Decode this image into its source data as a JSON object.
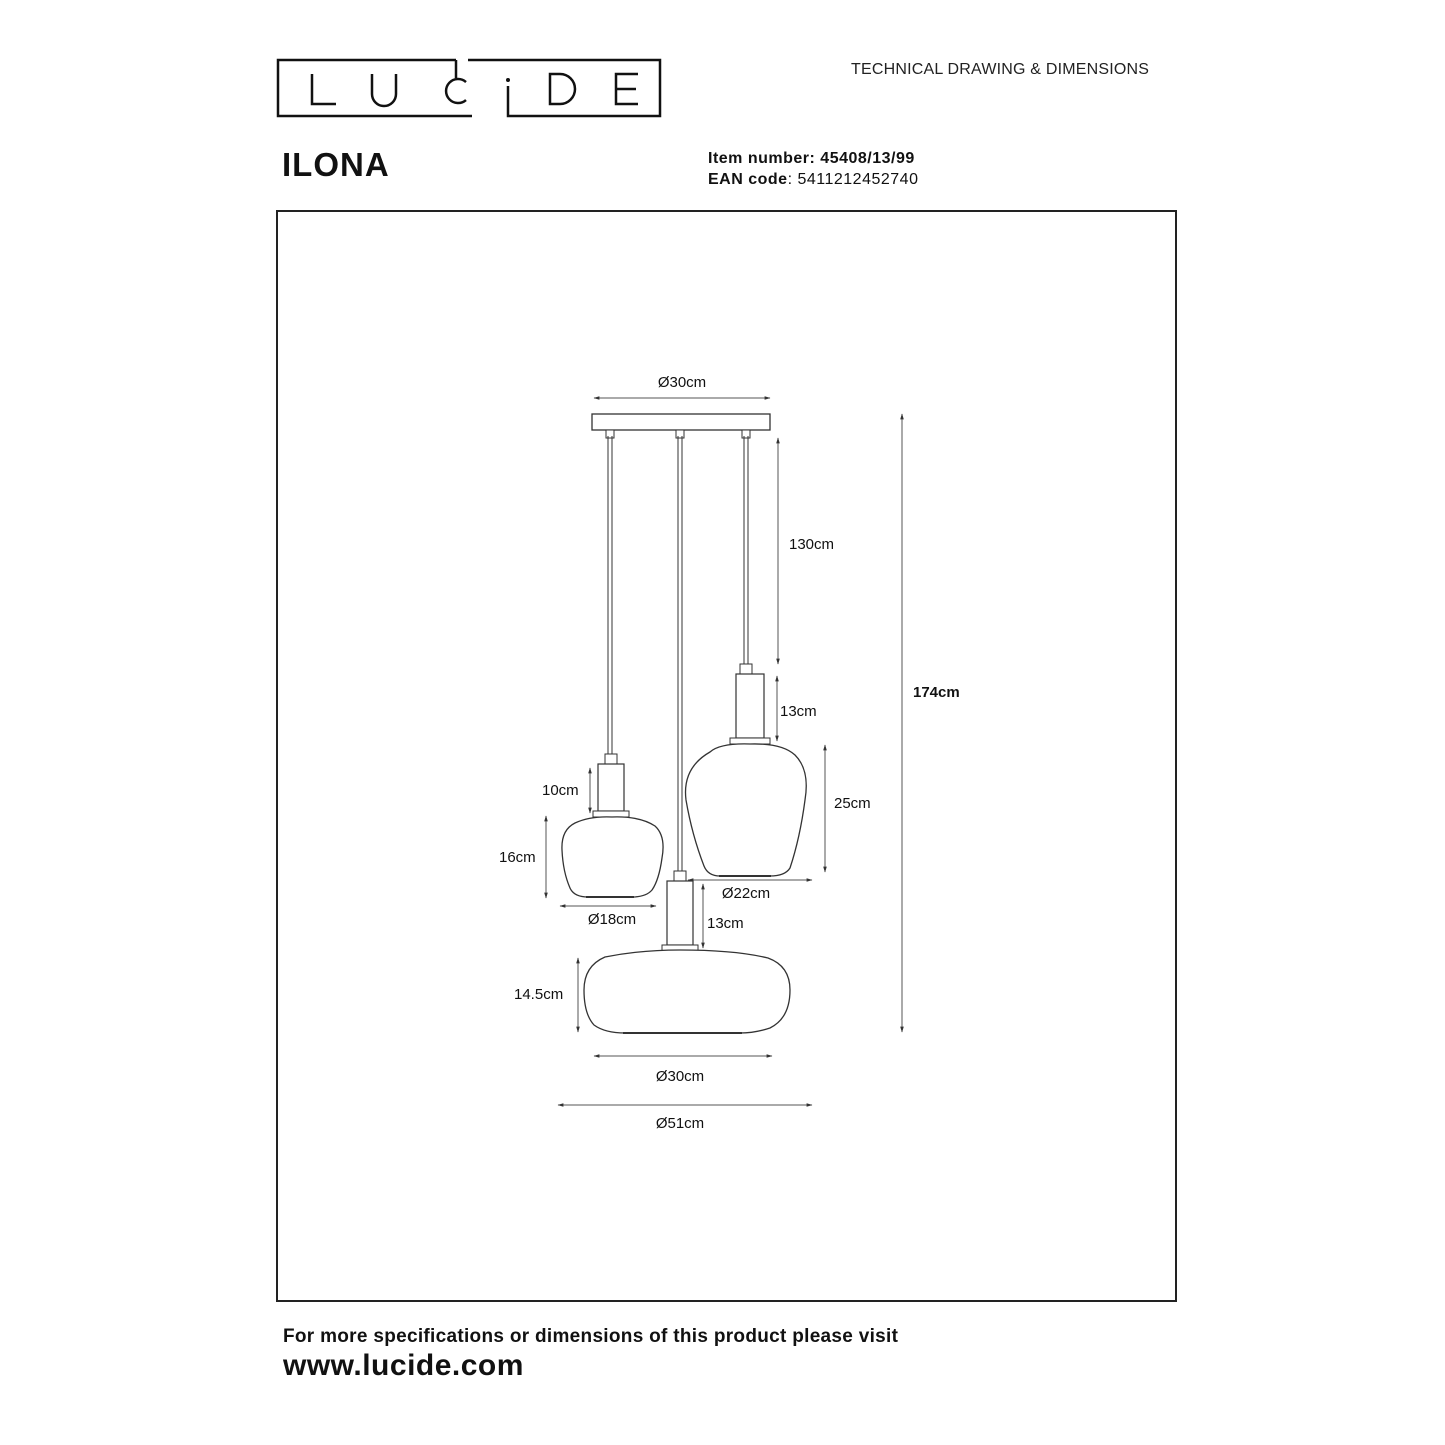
{
  "header": {
    "brand": "LUCIDE",
    "brand_letters": [
      "L",
      "U",
      "C",
      "i",
      "D",
      "E"
    ],
    "doc_type": "TECHNICAL DRAWING & DIMENSIONS"
  },
  "product": {
    "name": "ILONA",
    "item_number_label": "Item number",
    "item_number": "45408/13/99",
    "ean_label": "EAN code",
    "ean": "5411212452740"
  },
  "drawing": {
    "canopy_diameter": "Ø30cm",
    "cable_length": "130cm",
    "total_height": "174cm",
    "pendants": [
      {
        "position": "left",
        "holder_height": "10cm",
        "shade_height": "16cm",
        "shade_diameter": "Ø18cm"
      },
      {
        "position": "right",
        "holder_height": "13cm",
        "shade_height": "25cm",
        "shade_diameter": "Ø22cm"
      },
      {
        "position": "bottom",
        "holder_height": "13cm",
        "shade_height": "14.5cm",
        "shade_diameter": "Ø30cm"
      }
    ],
    "overall_diameter": "Ø51cm"
  },
  "footer": {
    "note": "For more specifications or dimensions of this product please visit",
    "url": "www.lucide.com"
  }
}
